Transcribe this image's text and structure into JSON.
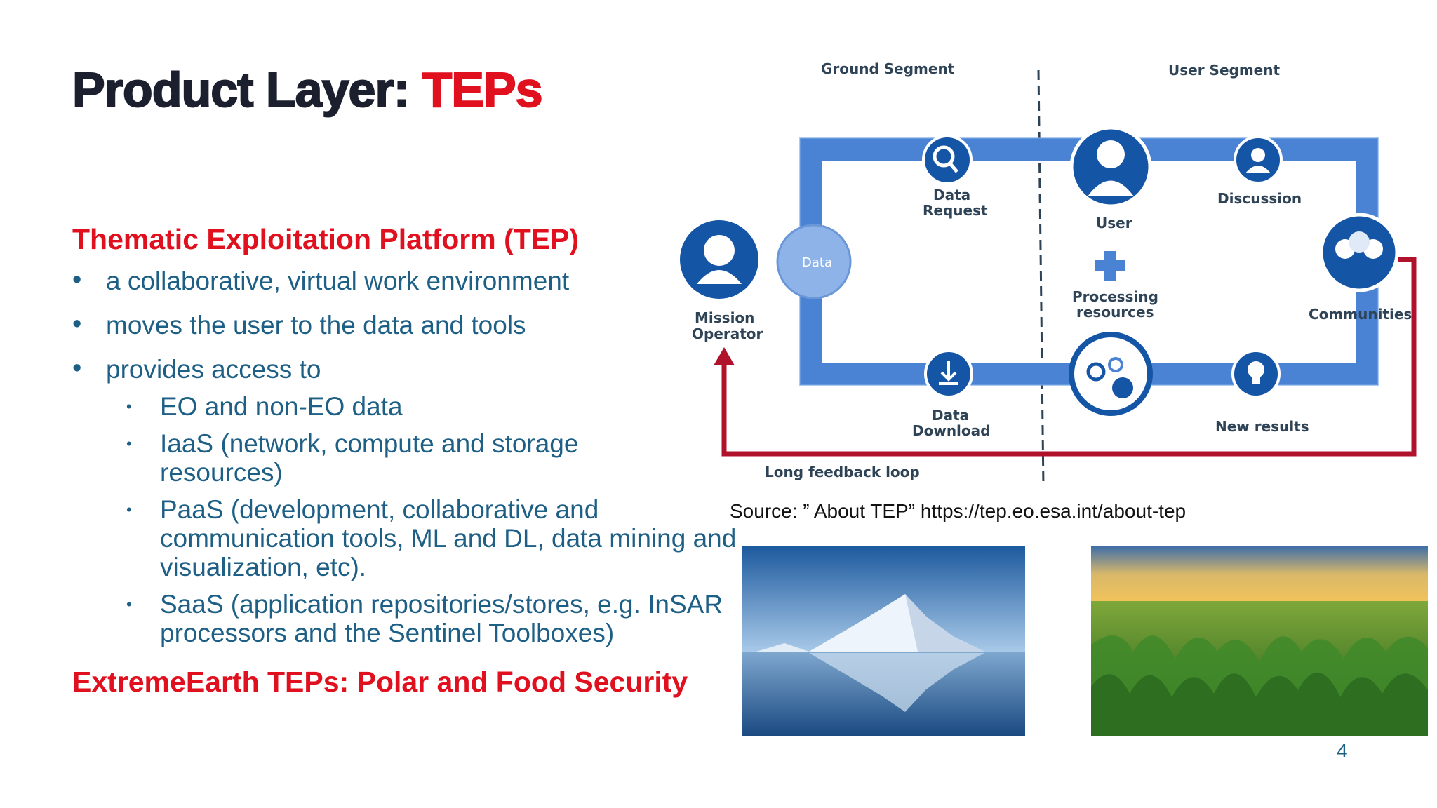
{
  "slide": {
    "title_prefix": "Product Layer: ",
    "title_accent": "TEPs",
    "heading": "Thematic Exploitation Platform (TEP)",
    "bullets": [
      "a collaborative, virtual work environment",
      "moves the user to the data and tools",
      "provides access to"
    ],
    "sub_bullets": [
      "EO and non-EO data",
      "IaaS (network, compute and storage resources)",
      "PaaS (development, collaborative and communication tools, ML and DL, data mining and visualization, etc).",
      "SaaS (application repositories/stores, e.g. InSAR processors and the Sentinel Toolboxes)"
    ],
    "bottom_heading": "ExtremeEarth TEPs: Polar and Food Security",
    "source": "Source: ” About TEP” https://tep.eo.esa.int/about-tep",
    "page_number": "4"
  },
  "diagram": {
    "ground_segment": "Ground Segment",
    "user_segment": "User Segment",
    "data_node": "Data",
    "mission_operator_1": "Mission",
    "mission_operator_2": "Operator",
    "data_request_1": "Data",
    "data_request_2": "Request",
    "user": "User",
    "discussion": "Discussion",
    "processing_1": "Processing",
    "processing_2": "resources",
    "communities": "Communities",
    "data_download_1": "Data",
    "data_download_2": "Download",
    "new_results": "New results",
    "feedback_loop": "Long feedback loop",
    "colors": {
      "loop_blue": "#4a82d4",
      "node_blue": "#1555a6",
      "feedback_red": "#b0122c"
    }
  },
  "images": {
    "left": "iceberg-photo",
    "right": "crop-field-photo"
  }
}
